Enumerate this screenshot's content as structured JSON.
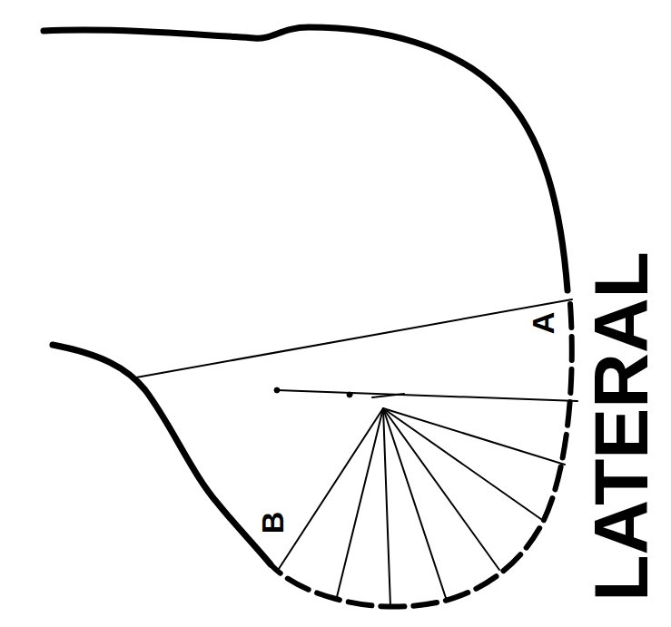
{
  "diagram": {
    "labels": [
      "A",
      "B",
      "LATERAL"
    ]
  }
}
